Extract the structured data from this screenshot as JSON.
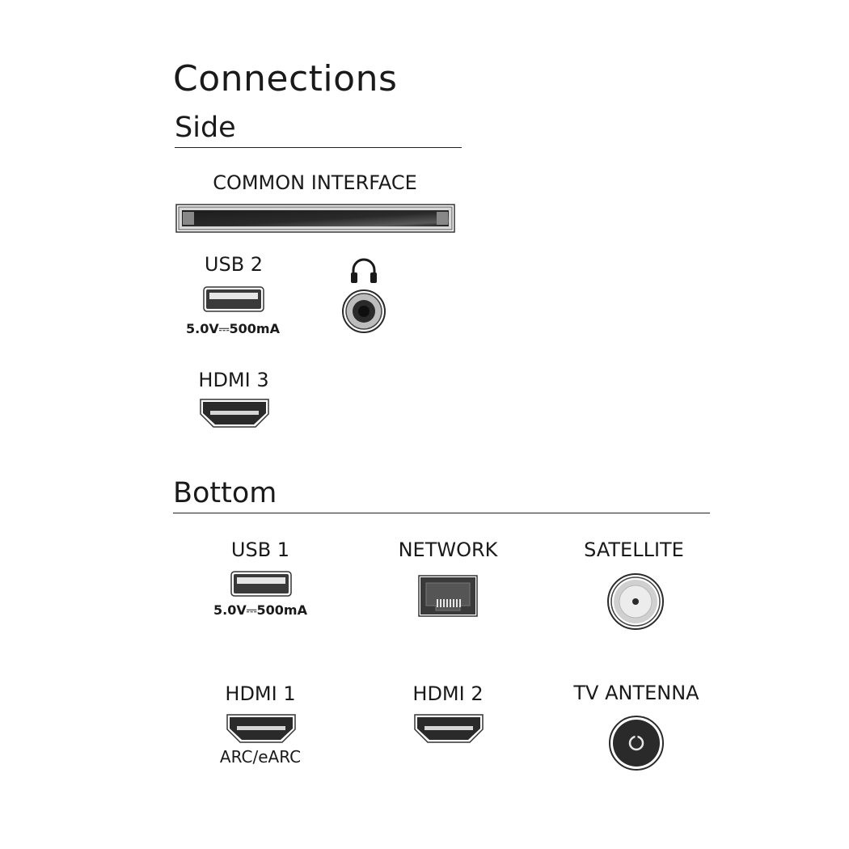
{
  "title": "Connections",
  "sections": {
    "side": {
      "heading": "Side",
      "common_interface": "COMMON INTERFACE",
      "usb2": {
        "label": "USB 2",
        "rating": "5.0V⎓500mA"
      },
      "headphone": {
        "icon": "headphones-icon"
      },
      "hdmi3": {
        "label": "HDMI 3"
      }
    },
    "bottom": {
      "heading": "Bottom",
      "usb1": {
        "label": "USB 1",
        "rating": "5.0V⎓500mA"
      },
      "network": {
        "label": "NETWORK"
      },
      "satellite": {
        "label": "SATELLITE"
      },
      "hdmi1": {
        "label": "HDMI 1",
        "sub": "ARC/eARC"
      },
      "hdmi2": {
        "label": "HDMI 2"
      },
      "tv_antenna": {
        "label": "TV ANTENNA"
      }
    }
  },
  "colors": {
    "port_dark": "#2a2a2a",
    "port_frame": "#3a3a3a",
    "text": "#1a1a1a"
  }
}
